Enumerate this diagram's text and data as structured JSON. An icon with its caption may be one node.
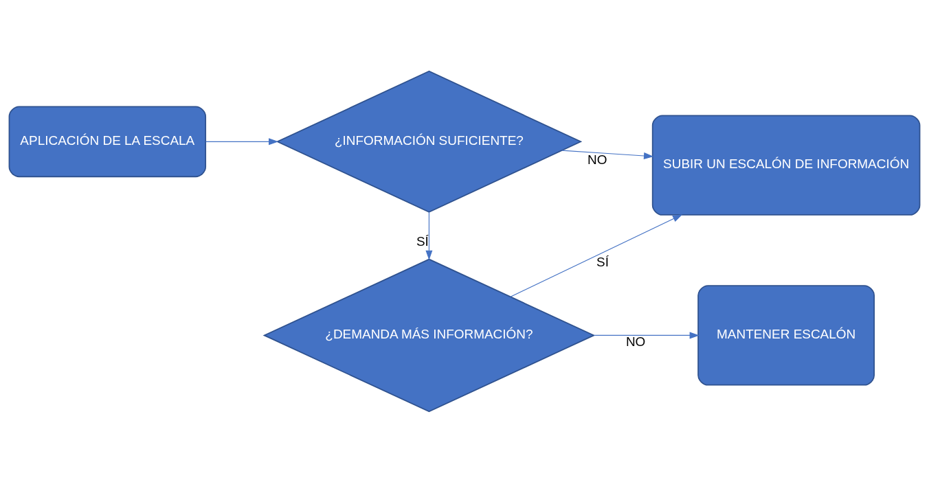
{
  "diagram": {
    "nodes": [
      {
        "text": [
          "APLICACIÓN DE LA ESCALA"
        ]
      },
      {
        "text": [
          "¿INFORMACIÓN SUFICIENTE?"
        ]
      },
      {
        "text": [
          "SUBIR UN ESCALÓN DE INFORMACIÓN"
        ]
      },
      {
        "text": [
          "¿DEMANDA MÁS INFORMACIÓN?"
        ]
      },
      {
        "text": [
          "MANTENER ESCALÓN"
        ]
      }
    ],
    "edges": [
      {
        "from": 0,
        "to": 1,
        "arrow": "to"
      },
      {
        "from": 1,
        "to": 2,
        "arrow": "to",
        "label": "NO"
      },
      {
        "from": 1,
        "to": 3,
        "arrow": "to",
        "label": "SÍ"
      },
      {
        "from": 3,
        "to": 2,
        "arrow": "to",
        "label": "SÍ"
      },
      {
        "from": 3,
        "to": 4,
        "arrow": "to",
        "label": "NO"
      }
    ]
  }
}
